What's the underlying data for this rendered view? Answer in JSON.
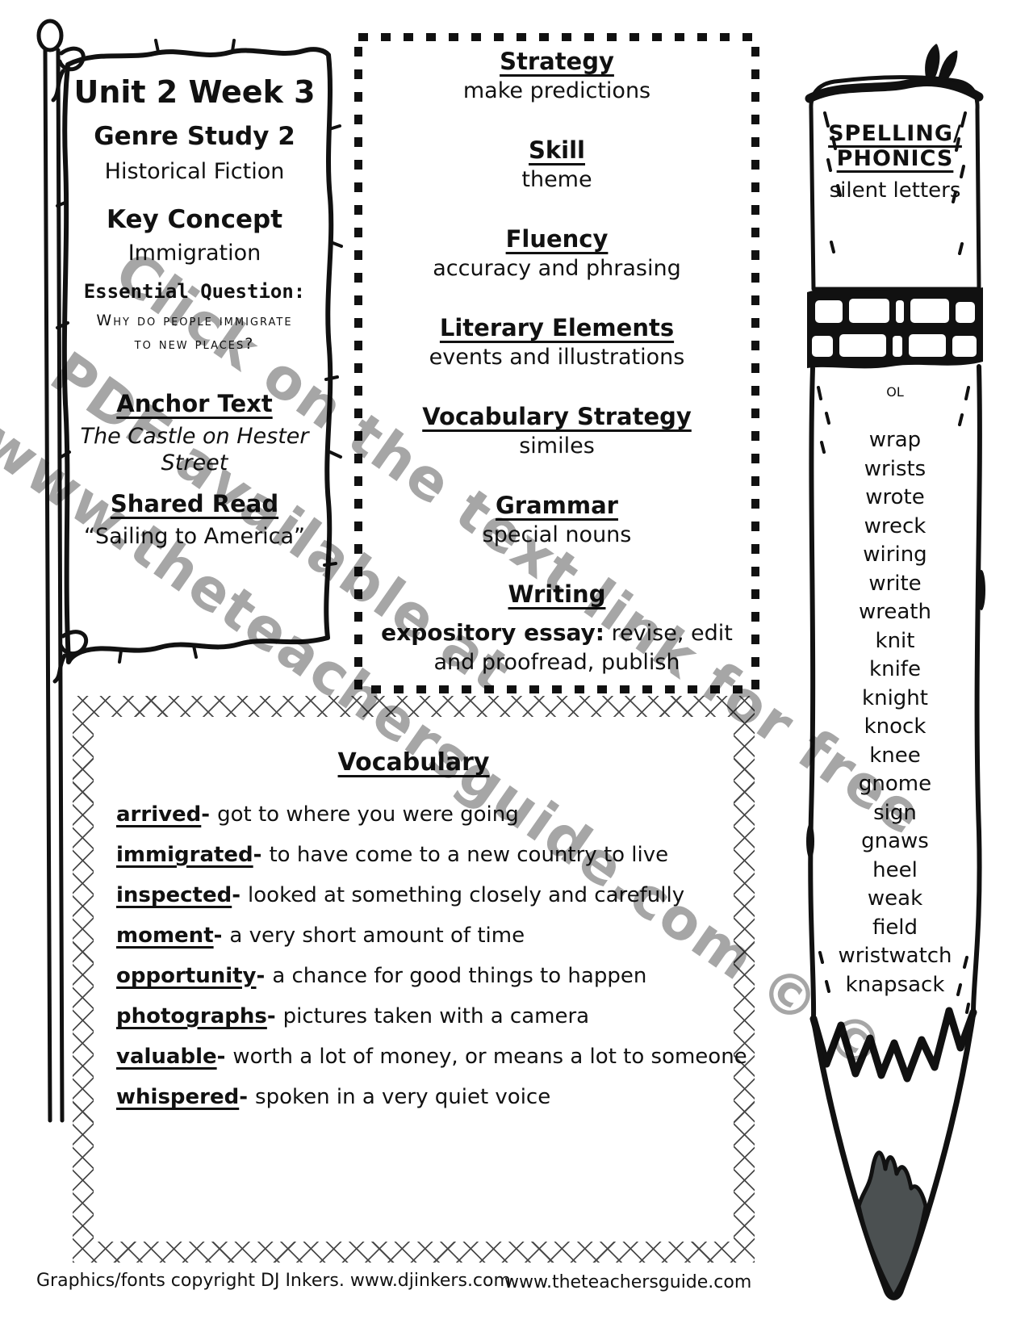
{
  "flag": {
    "title": "Unit 2 Week 3",
    "subtitle": "Genre Study 2",
    "genre": "Historical Fiction",
    "key_concept_label": "Key Concept",
    "key_concept": "Immigration",
    "essential_question_label": "Essential Question:",
    "essential_question_line1": "Why do people immigrate",
    "essential_question_line2": "to new places?",
    "anchor_text_label": "Anchor Text",
    "anchor_text": "The Castle on Hester Street",
    "shared_read_label": "Shared Read",
    "shared_read": "“Sailing to America”"
  },
  "skills_panel": {
    "sections": [
      {
        "label": "Strategy",
        "value": "make predictions"
      },
      {
        "label": "Skill",
        "value": "theme"
      },
      {
        "label": "Fluency",
        "value": "accuracy and phrasing"
      },
      {
        "label": "Literary Elements",
        "value": "events and illustrations"
      },
      {
        "label": "Vocabulary Strategy",
        "value": "similes"
      },
      {
        "label": "Grammar",
        "value": "special nouns"
      }
    ],
    "writing": {
      "label": "Writing",
      "lead": "expository essay:",
      "rest": "revise, edit and proofread, publish"
    }
  },
  "spelling": {
    "heading_line1": "SPELLING/",
    "heading_line2": "PHONICS",
    "subheading": "silent letters",
    "ol_label": "OL",
    "words": [
      "wrap",
      "wrists",
      "wrote",
      "wreck",
      "wiring",
      "write",
      "wreath",
      "knit",
      "knife",
      "knight",
      "knock",
      "knee",
      "gnome",
      "sign",
      "gnaws",
      "heel",
      "weak",
      "field",
      "wristwatch",
      "knapsack"
    ]
  },
  "vocabulary": {
    "title": "Vocabulary",
    "dash": "-",
    "entries": [
      {
        "word": "arrived",
        "definition": "got to where you were going"
      },
      {
        "word": "immigrated",
        "definition": "to have come to a new country to live"
      },
      {
        "word": "inspected",
        "definition": "looked at something closely and carefully"
      },
      {
        "word": "moment",
        "definition": "a very short amount of time"
      },
      {
        "word": "opportunity",
        "definition": "a chance for good things to happen"
      },
      {
        "word": "photographs",
        "definition": "pictures taken with a camera"
      },
      {
        "word": "valuable",
        "definition": "worth a lot of money, or means a lot to someone"
      },
      {
        "word": "whispered",
        "definition": "spoken in a very quiet voice"
      }
    ]
  },
  "watermark": {
    "line1": "Click on the text link for free",
    "line2": "PDF available at",
    "line3": "www.theteachersguide.com © ©"
  },
  "footer": {
    "left": "Graphics/fonts copyright DJ Inkers. www.djinkers.com",
    "right": "www.theteachersguide.com"
  },
  "colors": {
    "graphite": "#4b5051",
    "watermark_gray": "#a6a6a6",
    "ink": "#111111"
  }
}
